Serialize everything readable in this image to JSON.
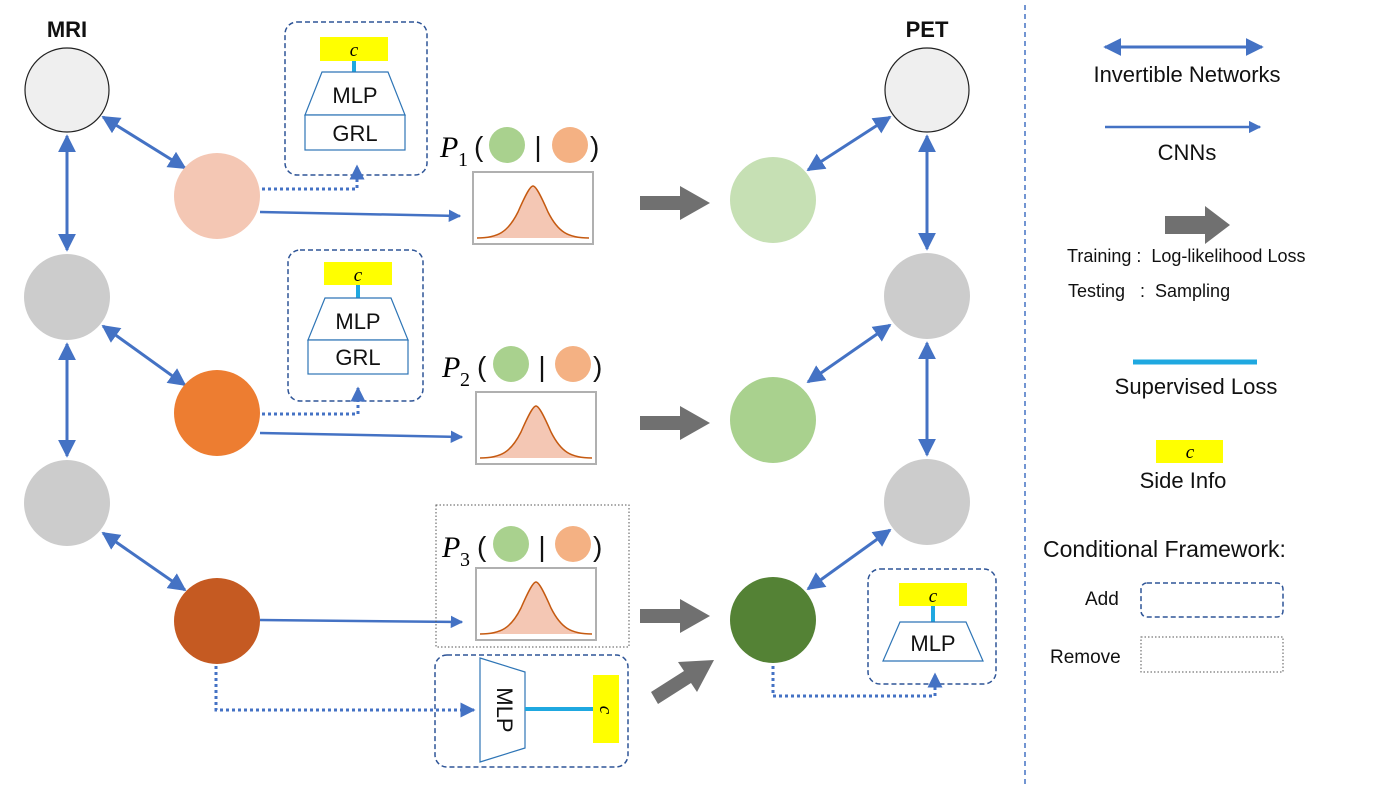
{
  "labels": {
    "mri": "MRI",
    "pet": "PET",
    "mlp": "MLP",
    "grl": "GRL",
    "side_c": "c"
  },
  "distributions": [
    {
      "p": "P",
      "sub": "1",
      "open": "(",
      "bar": "|",
      "close": ")"
    },
    {
      "p": "P",
      "sub": "2",
      "open": "(",
      "bar": "|",
      "close": ")"
    },
    {
      "p": "P",
      "sub": "3",
      "open": "(",
      "bar": "|",
      "close": ")"
    }
  ],
  "legend": {
    "invertible": "Invertible Networks",
    "cnns": "CNNs",
    "training": "Training :  Log-likelihood Loss",
    "testing": "Testing   :  Sampling",
    "supervised": "Supervised Loss",
    "side_info": "Side Info",
    "conditional": "Conditional Framework:",
    "add": "Add",
    "remove": "Remove"
  },
  "colors": {
    "arrow_blue": "#4472c4",
    "supervised_cyan": "#1fa8e0",
    "side_info_yellow": "#ffff00",
    "gray_arrow": "#707070",
    "mri_top": "#efefef",
    "gray_node": "#cccccc",
    "orange_light": "#f4c7b4",
    "orange_mid": "#ed7d31",
    "orange_dark": "#c55a22",
    "green_light": "#c6e0b4",
    "green_mid": "#a9d18e",
    "green_dark": "#548235",
    "curve_fill": "#f4c7b4",
    "curve_line": "#c55a11"
  }
}
